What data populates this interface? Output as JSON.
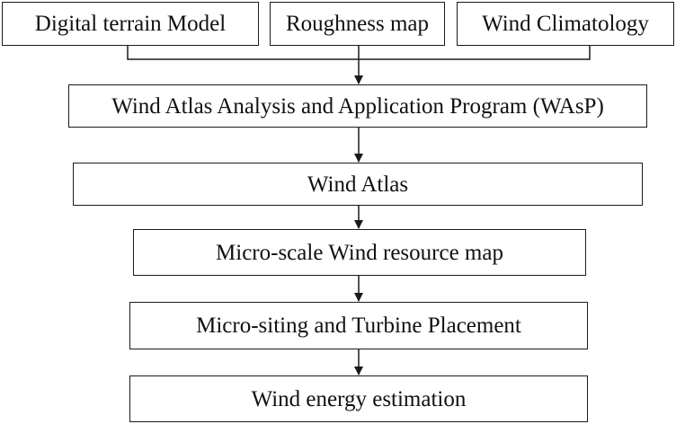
{
  "diagram": {
    "nodes": {
      "dtm": "Digital terrain Model",
      "roughness": "Roughness map",
      "climatology": "Wind Climatology",
      "wasp": "Wind Atlas Analysis and Application Program (WAsP)",
      "atlas": "Wind Atlas",
      "microscale": "Micro-scale Wind resource map",
      "siting": "Micro-siting and Turbine Placement",
      "energy": "Wind energy estimation"
    },
    "edges": [
      {
        "from": "dtm",
        "to": "wasp"
      },
      {
        "from": "roughness",
        "to": "wasp"
      },
      {
        "from": "climatology",
        "to": "wasp"
      },
      {
        "from": "wasp",
        "to": "atlas"
      },
      {
        "from": "atlas",
        "to": "microscale"
      },
      {
        "from": "microscale",
        "to": "siting"
      },
      {
        "from": "siting",
        "to": "energy"
      }
    ],
    "colors": {
      "stroke": "#1a1a1a",
      "fill": "#ffffff"
    }
  }
}
